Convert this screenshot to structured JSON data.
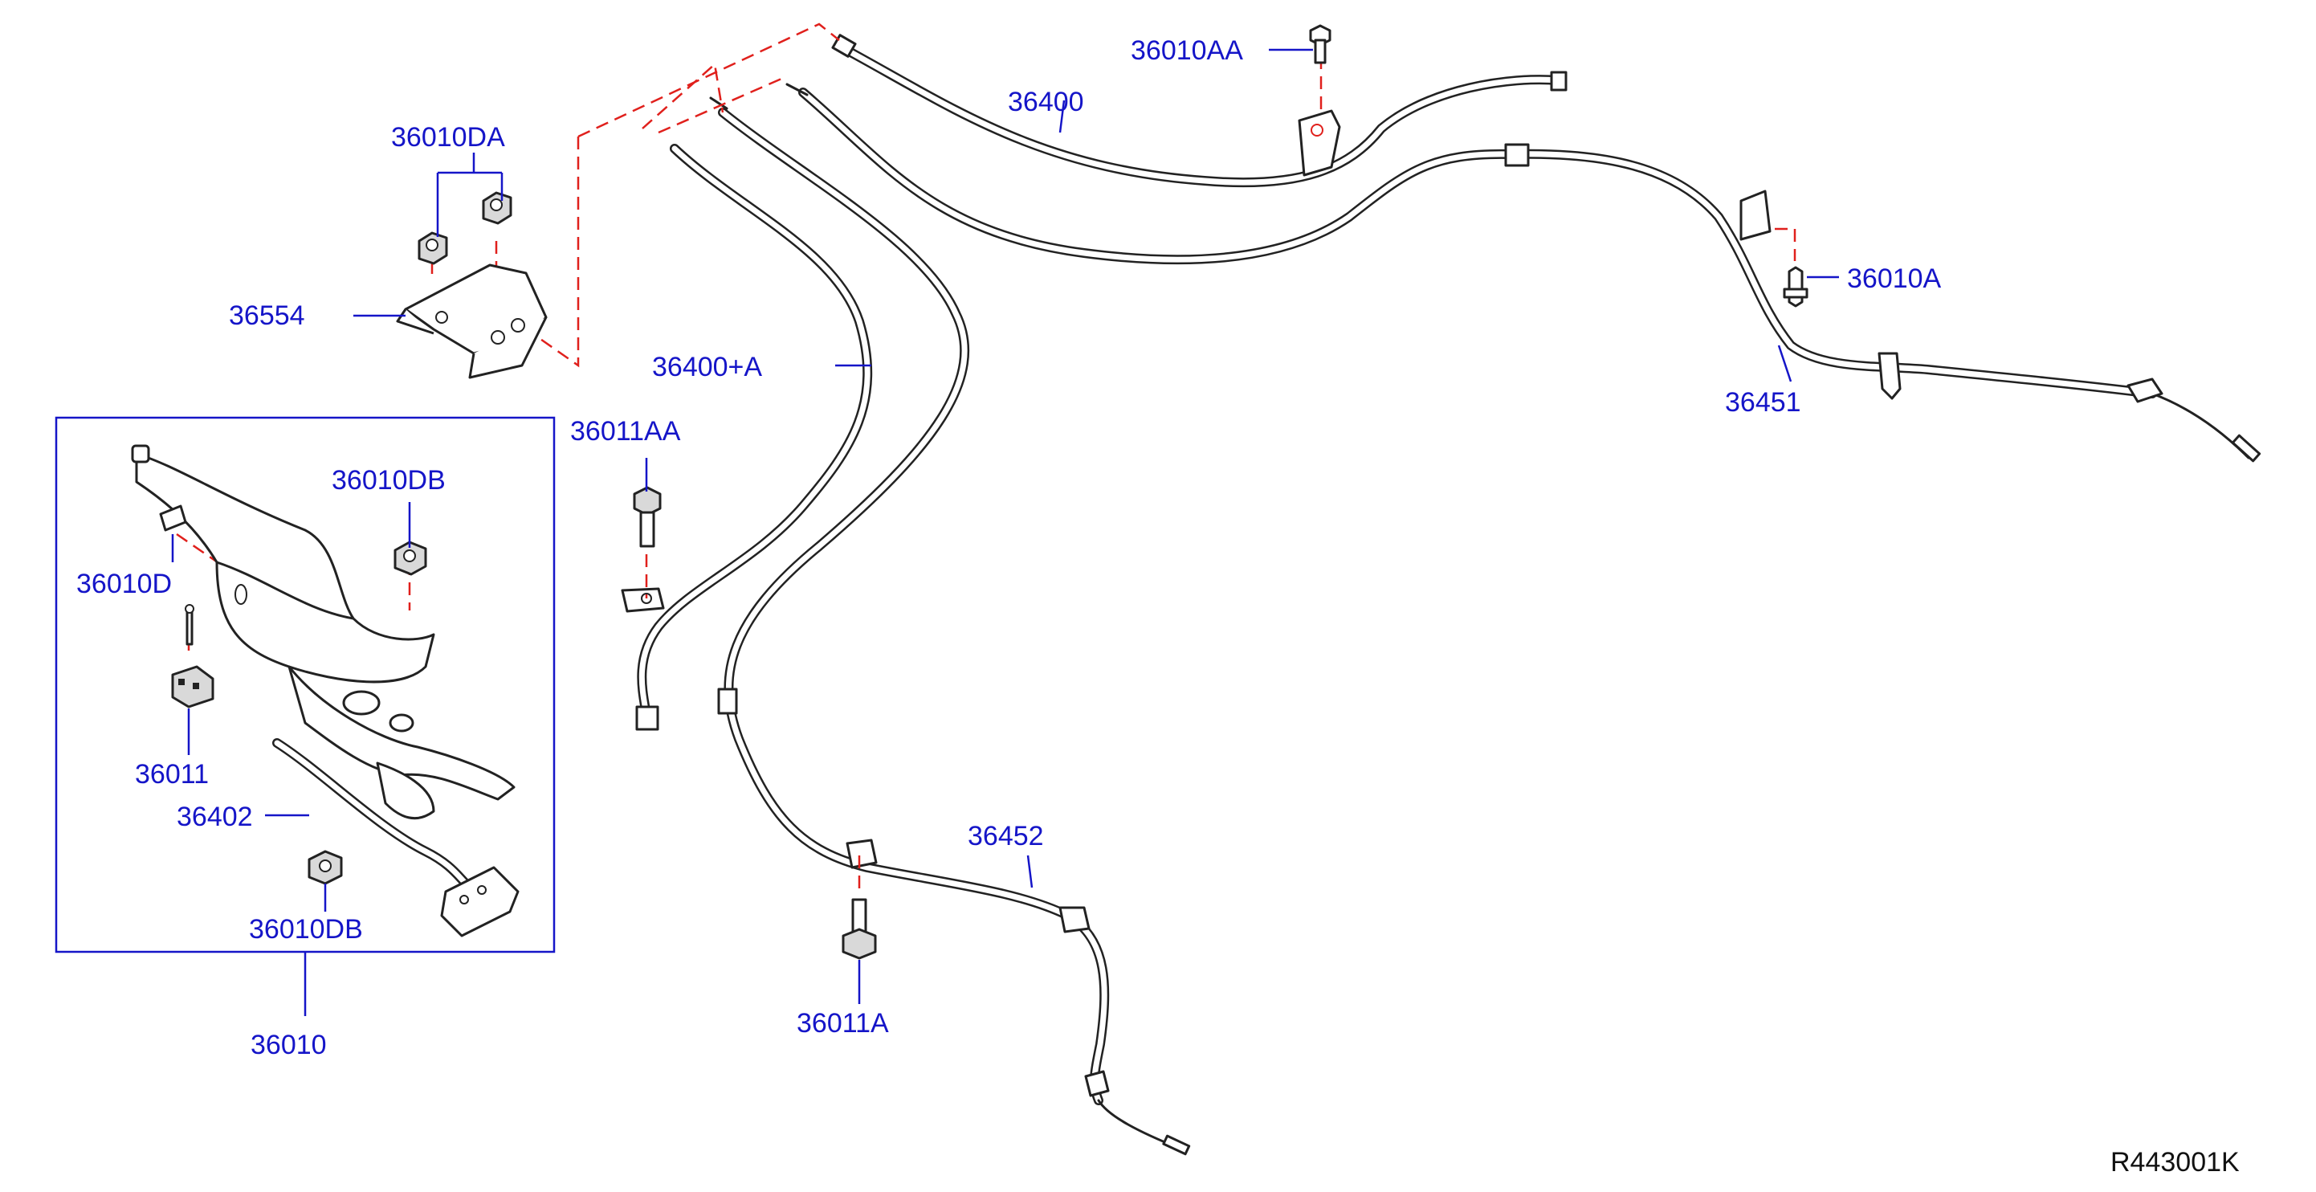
{
  "labels": {
    "p36010AA": "36010AA",
    "p36400": "36400",
    "p36010DA": "36010DA",
    "p36554": "36554",
    "p36400A": "36400+A",
    "p36010A": "36010A",
    "p36451": "36451",
    "p36011AA": "36011AA",
    "p36010DB_top": "36010DB",
    "p36010D": "36010D",
    "p36011": "36011",
    "p36402": "36402",
    "p36010DB_bottom": "36010DB",
    "p36452": "36452",
    "p36011A": "36011A",
    "p36010": "36010"
  },
  "reference_code": "R443001K",
  "colors": {
    "label": "#1515c8",
    "leader": "#1515c8",
    "dash": "#e0201c",
    "line_art": "#222222"
  }
}
